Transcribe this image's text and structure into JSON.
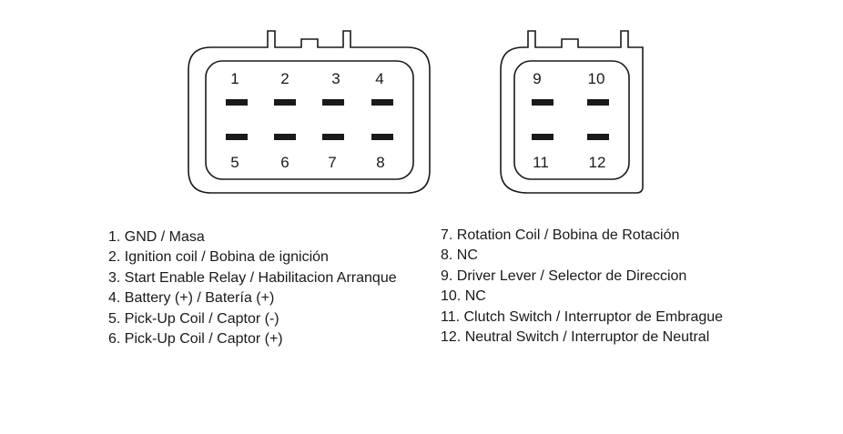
{
  "connector_a": {
    "top_row": [
      "1",
      "2",
      "3",
      "4"
    ],
    "bottom_row": [
      "5",
      "6",
      "7",
      "8"
    ]
  },
  "connector_b": {
    "top_row": [
      "9",
      "10"
    ],
    "bottom_row": [
      "11",
      "12"
    ]
  },
  "legend_left": [
    "1. GND / Masa",
    "2. Ignition coil / Bobina de ignición",
    "3. Start Enable Relay / Habilitacion Arranque",
    "4. Battery (+) / Batería (+)",
    "5. Pick-Up Coil / Captor (-)",
    "6. Pick-Up Coil / Captor (+)"
  ],
  "legend_right": [
    "7. Rotation Coil / Bobina de Rotación",
    "8. NC",
    "9. Driver Lever / Selector de Direccion",
    "10. NC",
    "11. Clutch Switch / Interruptor de Embrague",
    "12. Neutral Switch / Interruptor de Neutral"
  ],
  "colors": {
    "line": "#1a1a1a",
    "background": "#ffffff"
  }
}
